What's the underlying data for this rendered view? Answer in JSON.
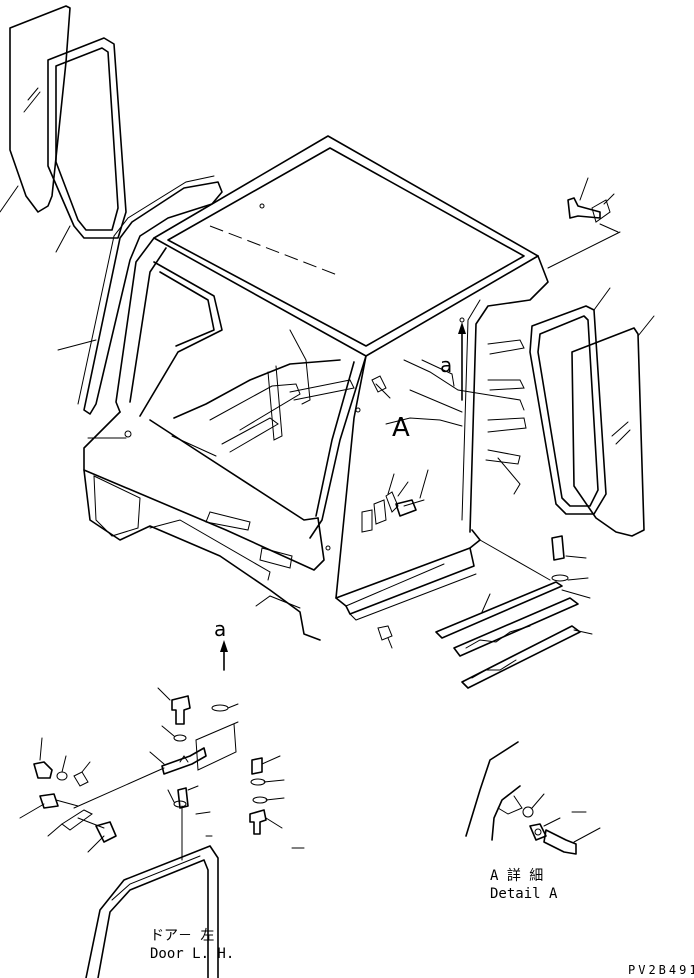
{
  "labels": {
    "view_a": "a",
    "view_a_lower": "a",
    "view_A": "A",
    "detail_jp": "A 詳 細",
    "detail_en": "Detail A",
    "door_jp": "ドア－ 左",
    "door_en": "Door L. H.",
    "drawing_code": "PV2B491"
  }
}
